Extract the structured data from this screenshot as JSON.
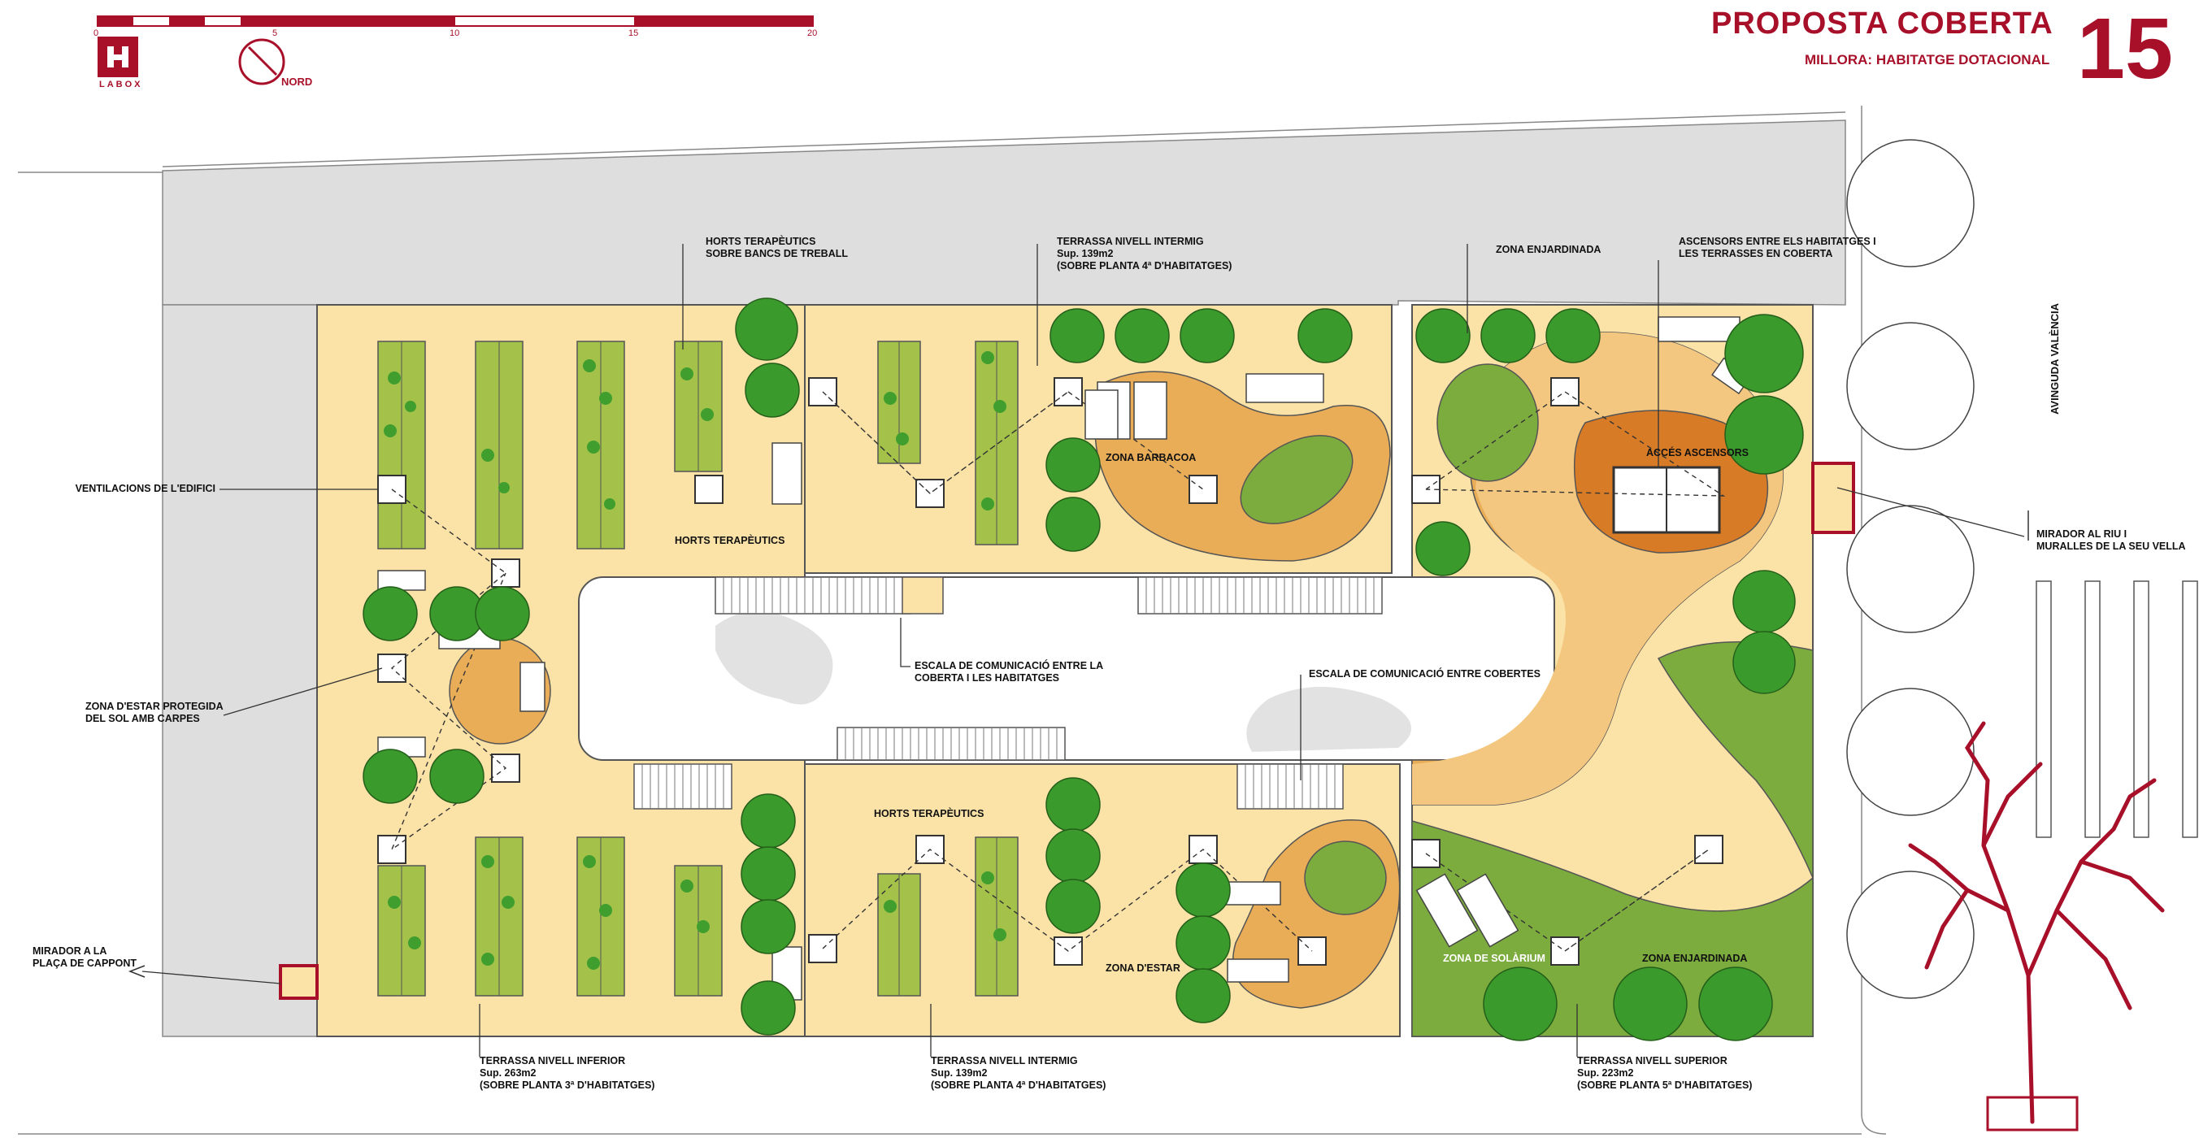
{
  "header": {
    "title": "PROPOSTA COBERTA",
    "subtitle": "MILLORA: HABITATGE DOTACIONAL",
    "sheet_number": "15",
    "logo_text": "LABOX",
    "north_label": "NORD",
    "scale_ticks": [
      "0",
      "5",
      "10",
      "15",
      "20"
    ]
  },
  "street_label": "AVINGUDA VALÈNCIA",
  "callouts": {
    "horts_bancs": [
      "HORTS TERAPÈUTICS",
      "SOBRE BANCS DE TREBALL"
    ],
    "terrassa_intermig_top": [
      "TERRASSA NIVELL INTERMIG",
      "Sup. 139m2",
      "(SOBRE PLANTA 4ª D'HABITATGES)"
    ],
    "zona_enjardinada_top": [
      "ZONA ENJARDINADA"
    ],
    "ascensors": [
      "ASCENSORS ENTRE ELS HABITATGES I",
      "LES TERRASSES EN COBERTA"
    ],
    "ventilacions": [
      "VENTILACIONS DE L'EDIFICI"
    ],
    "zona_estar_protegida": [
      "ZONA D'ESTAR PROTEGIDA",
      "DEL SOL AMB CARPES"
    ],
    "mirador_riu": [
      "MIRADOR AL RIU I",
      "MURALLES DE LA SEU VELLA"
    ],
    "escala_coberta_habitatges": [
      "ESCALA DE COMUNICACIÓ ENTRE LA",
      "COBERTA I LES HABITATGES"
    ],
    "escala_cobertes": [
      "ESCALA DE COMUNICACIÓ ENTRE COBERTES"
    ],
    "mirador_plaça": [
      "MIRADOR A LA",
      "PLAÇA DE CAPPONT"
    ],
    "terrassa_inferior": [
      "TERRASSA NIVELL INFERIOR",
      "Sup. 263m2",
      "(SOBRE PLANTA 3ª D'HABITATGES)"
    ],
    "terrassa_intermig_bottom": [
      "TERRASSA NIVELL INTERMIG",
      "Sup. 139m2",
      "(SOBRE PLANTA 4ª D'HABITATGES)"
    ],
    "terrassa_superior": [
      "TERRASSA NIVELL SUPERIOR",
      "Sup. 223m2",
      "(SOBRE PLANTA 5ª D'HABITATGES)"
    ]
  },
  "zone_labels": {
    "horts_left": "HORTS TERAPÈUTICS",
    "horts_bottom": "HORTS TERAPÈUTICS",
    "zona_barbacoa": "ZONA BARBACOA",
    "acces_ascensors": "ACCÉS ASCENSORS",
    "zona_estar": "ZONA D'ESTAR",
    "zona_solarium": "ZONA DE SOLÀRIUM",
    "zona_enjardinada": "ZONA ENJARDINADA"
  },
  "colors": {
    "accent": "#a8102a",
    "terrace": "#fbe3a8",
    "orange_zone": "#e9ad58",
    "dark_orange": "#d87b27",
    "grass": "#7cab3e",
    "tree": "#3b9a2c",
    "street_grey": "#dedede"
  }
}
